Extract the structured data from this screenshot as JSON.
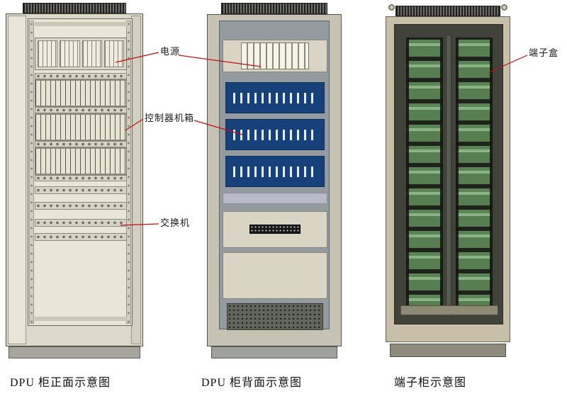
{
  "annotations": {
    "power": "电源",
    "controller": "控制器机箱",
    "switch": "交换机",
    "terminal_box": "端子盒"
  },
  "captions": {
    "front": "DPU 柜正面示意图",
    "back": "DPU 柜背面示意图",
    "terminal": "端子柜示意图"
  },
  "colors": {
    "annotation_line": "#c01010",
    "annotation_text": "#1a1a1a",
    "cabinet_beige": "#e9e6d8",
    "cage_blue": "#16417b",
    "terminal_green": "#5a8455"
  }
}
